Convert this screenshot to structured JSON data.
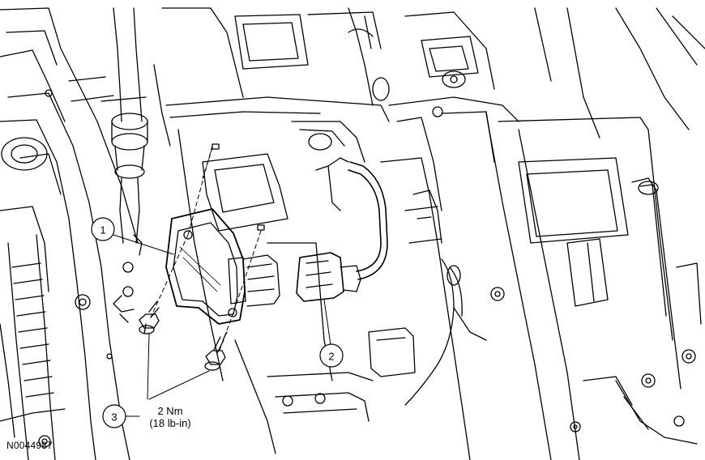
{
  "figure": {
    "reference_id": "N0044987"
  },
  "callouts": [
    {
      "number": "1"
    },
    {
      "number": "2"
    },
    {
      "number": "3"
    }
  ],
  "torque_spec": {
    "metric": "2 Nm",
    "imperial": "(18 lb-in)"
  }
}
